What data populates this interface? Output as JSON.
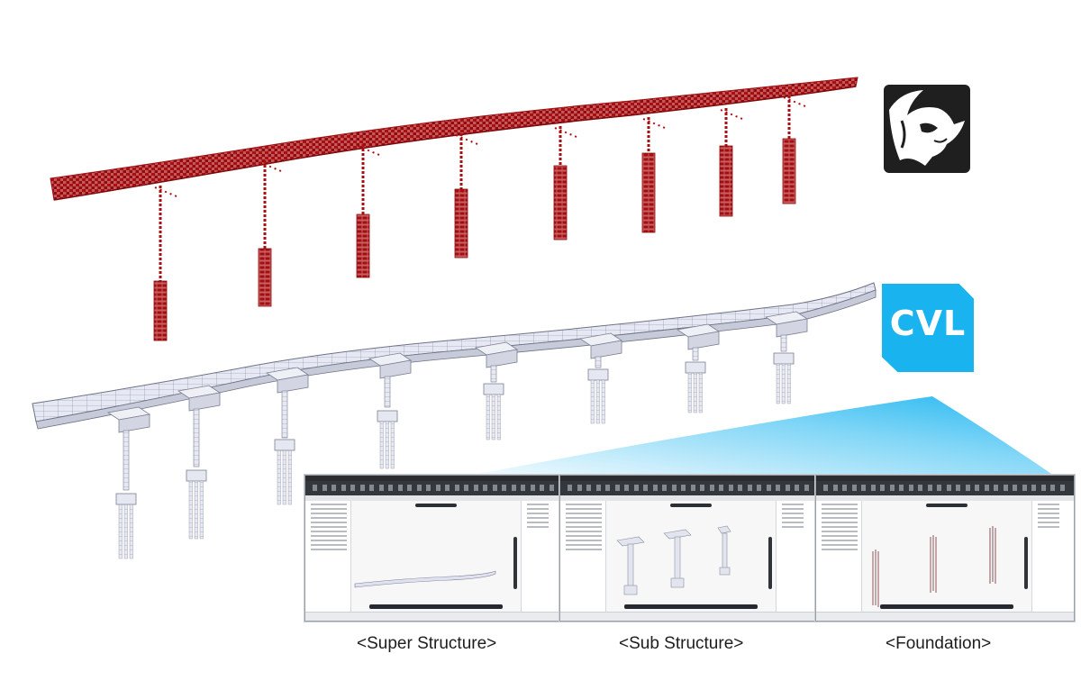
{
  "logos": {
    "rhino": "rhino-icon",
    "cvl": {
      "text": "CVL",
      "color": "#19b4f0"
    }
  },
  "colors": {
    "rhino_model": "#a80f12",
    "cvl_model_fill": "#e4e6f2",
    "cvl_model_line": "#7a7f92",
    "beam": "#19b4f0"
  },
  "views": [
    {
      "label": "<Super Structure>"
    },
    {
      "label": "<Sub Structure>"
    },
    {
      "label": "<Foundation>"
    }
  ]
}
